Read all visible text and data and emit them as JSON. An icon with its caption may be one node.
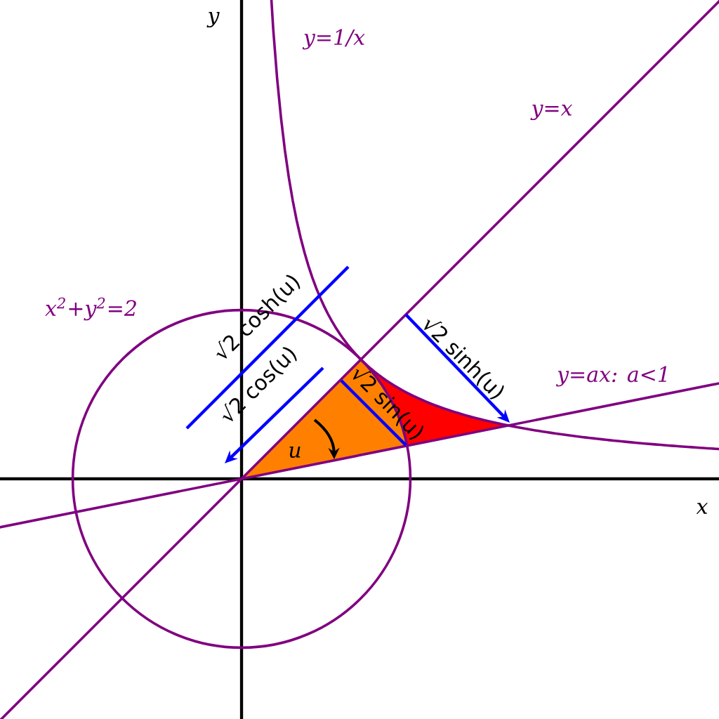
{
  "diagram": {
    "labels": [
      "y",
      "y=1/x",
      "y=x",
      "x$^{2}$+y$^{2}$=2",
      "√2 cosh(u)",
      "√2 sinh(u)",
      "y=ax: a<1",
      "√2 cos(u)",
      "√2 sin(u)",
      "u",
      "x"
    ]
  }
}
